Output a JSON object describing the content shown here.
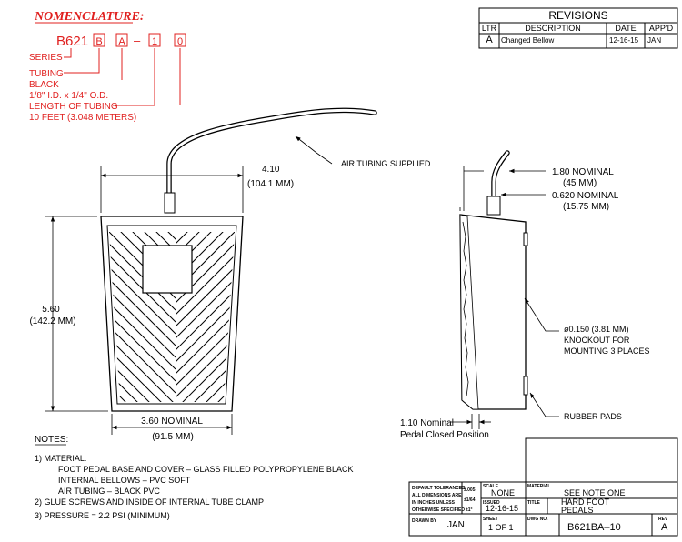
{
  "nomenclature": {
    "title": "NOMENCLATURE:",
    "series_code": "B621",
    "box_tubing": "B",
    "box_color": "A",
    "dash": "–",
    "box_length_1": "1",
    "box_length_2": "0",
    "series_label": "SERIES",
    "tubing_label": "TUBING",
    "tubing_color": "BLACK",
    "tubing_size": "1/8\" I.D. x 1/4\" O.D.",
    "length_label": "LENGTH OF TUBING",
    "length_value": "10 FEET (3.048 METERS)",
    "color": "#e0201f"
  },
  "revisions": {
    "title": "REVISIONS",
    "headers": [
      "LTR",
      "DESCRIPTION",
      "DATE",
      "APP'D"
    ],
    "rows": [
      [
        "A",
        "Changed Bellow",
        "12-16-15",
        "JAN"
      ]
    ]
  },
  "front_view": {
    "callout_air": "AIR TUBING SUPPLIED",
    "width_top": "4.10",
    "width_top_mm": "(104.1 MM)",
    "height": "5.60",
    "height_mm": "(142.2 MM)",
    "width_bottom": "3.60 NOMINAL",
    "width_bottom_mm": "(91.5 MM)"
  },
  "side_view": {
    "tube_height": "1.80  NOMINAL",
    "tube_height_mm": "(45 MM)",
    "tube_offset": "0.620 NOMINAL",
    "tube_offset_mm": "(15.75 MM)",
    "knockout_1": "ø0.150 (3.81 MM)",
    "knockout_2": "KNOCKOUT FOR",
    "knockout_3": "MOUNTING 3 PLACES",
    "rubber_pads": "RUBBER PADS",
    "closed_1": "1.10 Nominal",
    "closed_2": "Pedal Closed Position"
  },
  "notes": {
    "title": "NOTES:",
    "lines": [
      "1)  MATERIAL:",
      "FOOT PEDAL BASE AND COVER – GLASS FILLED POLYPROPYLENE BLACK",
      "INTERNAL BELLOWS – PVC SOFT",
      "AIR TUBING – BLACK PVC",
      "2)  GLUE SCREWS AND INSIDE OF INTERNAL TUBE CLAMP",
      "3)  PRESSURE = 2.2 PSI (MINIMUM)"
    ]
  },
  "title_block": {
    "tol_1": "DEFAULT TOLERANCES",
    "tol_2": "ALL DIMENSIONS ARE",
    "tol_3": "IN INCHES UNLESS",
    "tol_4": "OTHERWISE SPECIFIED",
    "tol_a": "±.005",
    "tol_b": "±1/64",
    "tol_c": "±1°",
    "scale_label": "SCALE",
    "scale_value": "NONE",
    "issued_label": "ISSUED",
    "issued_value": "12-16-15",
    "material_label": "MATERIAL",
    "material_value": "SEE NOTE ONE",
    "title_label": "TITLE",
    "title_1": "HARD FOOT",
    "title_2": "PEDALS",
    "drawn_label": "DRAWN BY",
    "drawn_value": "JAN",
    "sheet_label": "SHEET",
    "sheet_value": "1  OF  1",
    "dwg_label": "DWG NO.",
    "dwg_value": "B621BA–10",
    "rev_label": "REV",
    "rev_value": "A"
  }
}
